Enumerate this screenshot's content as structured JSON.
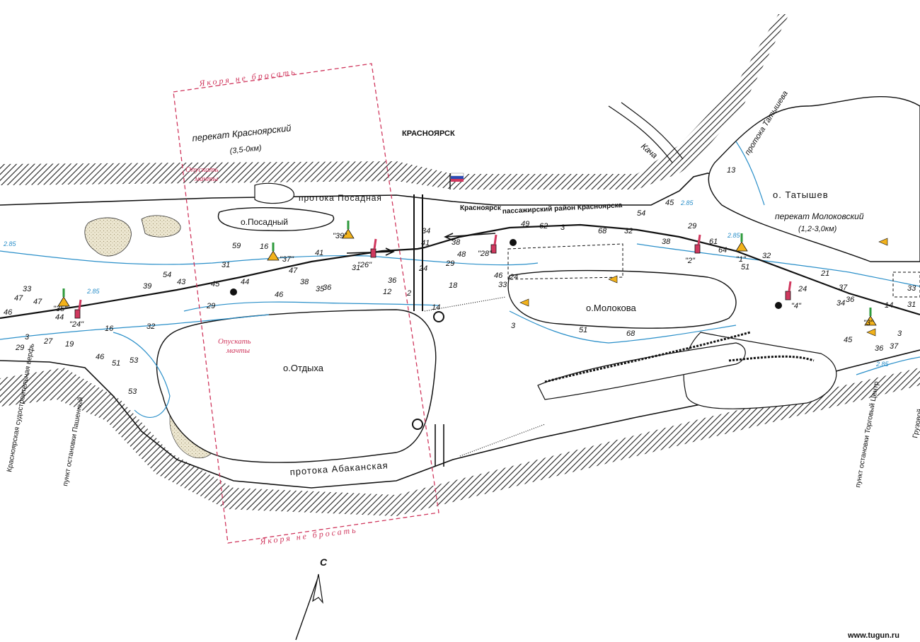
{
  "map": {
    "labels": {
      "perekat_krasnoyarsky": "перекат Красноярский",
      "perekat_krasnoyarsky_km": "(3,5-0км)",
      "krasnoyarsk_city": "КРАСНОЯРСК",
      "protoka_posadnaya": "протока Посадная",
      "o_posadny": "о.Посадный",
      "o_molokova": "о.Молокова",
      "o_otdykha": "о.Отдыха",
      "o_tatyshev": "о. Татышев",
      "perekat_molokovsky": "перекат Молоковский",
      "perekat_molokovsky_km": "(1,2-3,0км)",
      "protoka_abakanskaya": "протока Абаканская",
      "kacha": "Кача",
      "protoka_tatysheva": "протока Татышева",
      "pass_district_1": "Красноярск",
      "pass_district_2": "пассажирский район Красноярска",
      "stop_pashenny": "пункт остановки Пашенный",
      "sudostroit_verf": "Красноярская судостроительная верфь",
      "stop_torg_centr": "пункт остановки Торговый Центр",
      "gruzovoy": "Грузовой",
      "north": "С",
      "watermark": "www.tugun.ru"
    },
    "warnings": {
      "anchor_top": "Якоря не бросать",
      "anchor_bottom": "Якоря не бросать",
      "masts_top_1": "Опускать",
      "masts_top_2": "мачты",
      "masts_bottom_1": "Опускать",
      "masts_bottom_2": "мачты"
    },
    "buoys": [
      "\"37\"",
      "\"35\"",
      "\"24\"",
      "\"26\"",
      "\"28\"",
      "\"2\"",
      "\"1\"",
      "\"4\"",
      "\"3\"",
      "\"39\""
    ],
    "depth_marks": [
      "3",
      "47",
      "47",
      "46",
      "44",
      "33",
      "29",
      "27",
      "19",
      "16",
      "32",
      "46",
      "51",
      "53",
      "53",
      "54",
      "39",
      "43",
      "45",
      "44",
      "46",
      "47",
      "29",
      "59",
      "16",
      "31",
      "41",
      "38",
      "35",
      "36",
      "31",
      "12",
      "2",
      "24",
      "18",
      "29",
      "14",
      "36",
      "34",
      "41",
      "38",
      "48",
      "24",
      "46",
      "33",
      "49",
      "62",
      "3",
      "68",
      "32",
      "54",
      "45",
      "38",
      "29",
      "61",
      "64",
      "51",
      "32",
      "21",
      "37",
      "24",
      "36",
      "34",
      "45",
      "36",
      "37",
      "3",
      "33",
      "31",
      "13",
      "68",
      "51",
      "14",
      "3"
    ],
    "isobath_label": "2.85",
    "colors": {
      "water_line": "#2a8fc9",
      "warning": "#d0385e",
      "buoy_green": "#2e9a3c",
      "buoy_red": "#d0385e",
      "sand": "#e6dfc6",
      "shore": "#1a1a1a"
    }
  }
}
